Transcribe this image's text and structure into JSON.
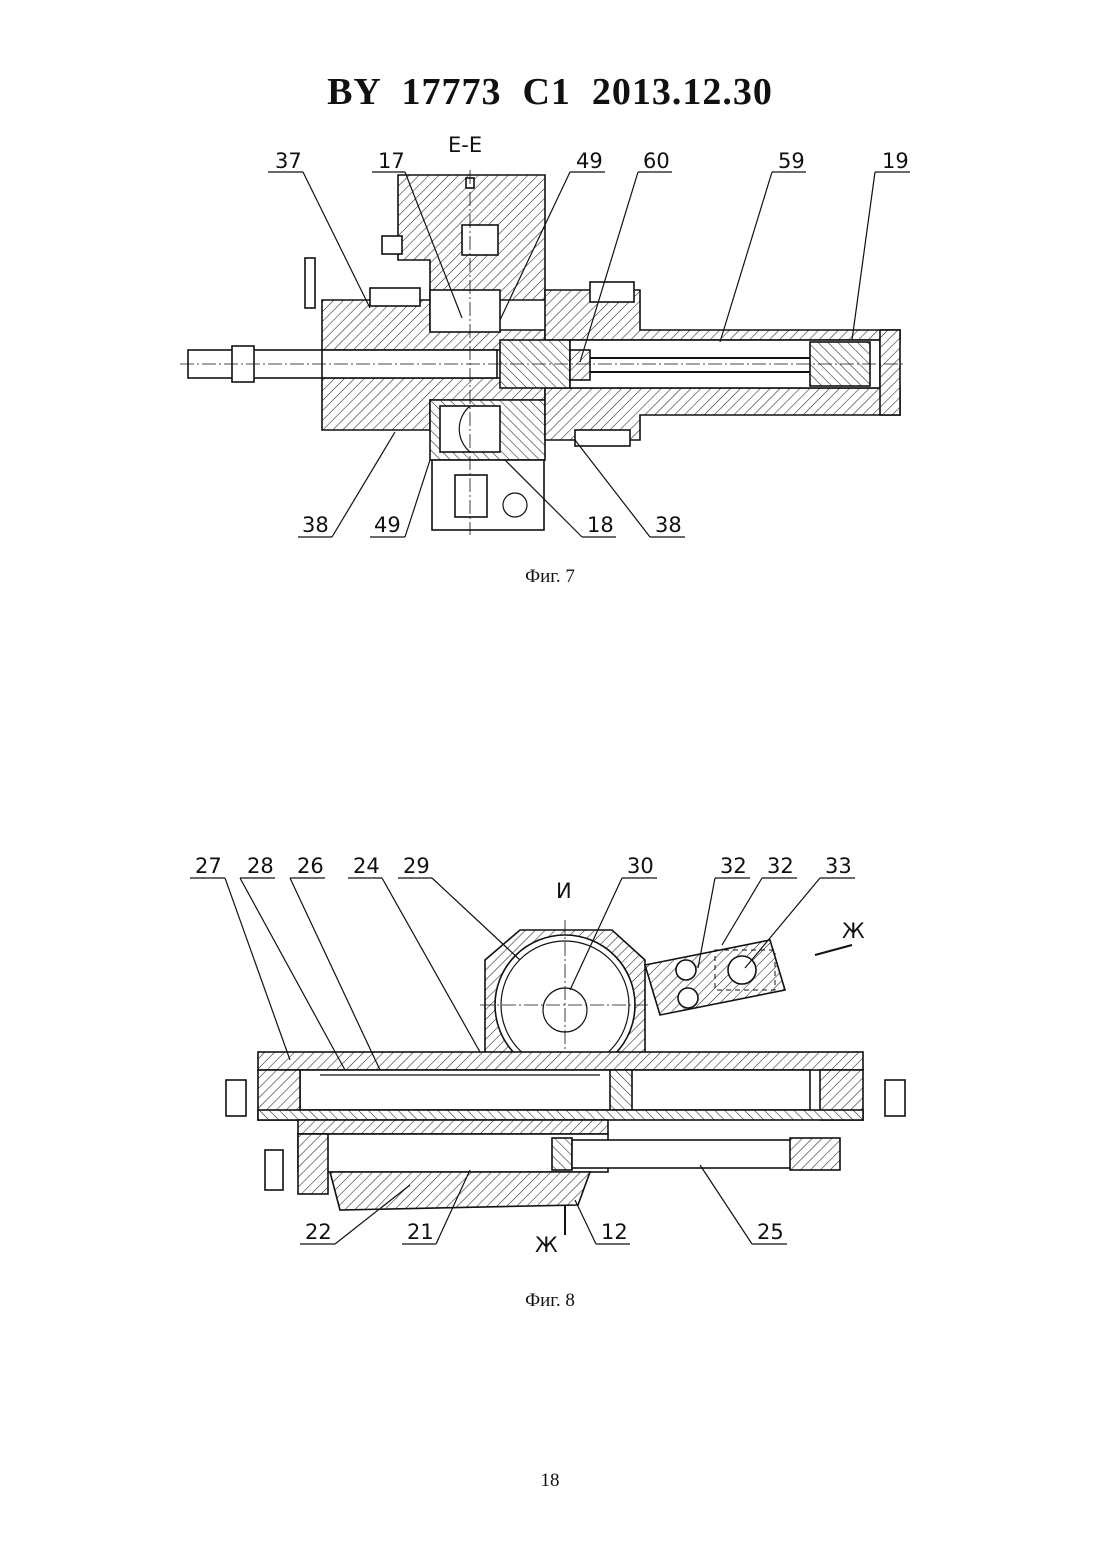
{
  "header": {
    "title": "BY  17773  C1  2013.12.30"
  },
  "fig7": {
    "caption": "Фиг. 7",
    "section_label": "Е-Е",
    "callouts_top": [
      "37",
      "17",
      "49",
      "60",
      "59",
      "19"
    ],
    "callouts_bottom": [
      "38",
      "49",
      "18",
      "38"
    ]
  },
  "fig8": {
    "caption": "Фиг. 8",
    "section_label": "И",
    "cut_mark": "Ж",
    "callouts_top": [
      "27",
      "28",
      "26",
      "24",
      "29",
      "30",
      "32",
      "32",
      "33"
    ],
    "callouts_bottom": [
      "22",
      "21",
      "12",
      "25"
    ]
  },
  "page_number": "18"
}
